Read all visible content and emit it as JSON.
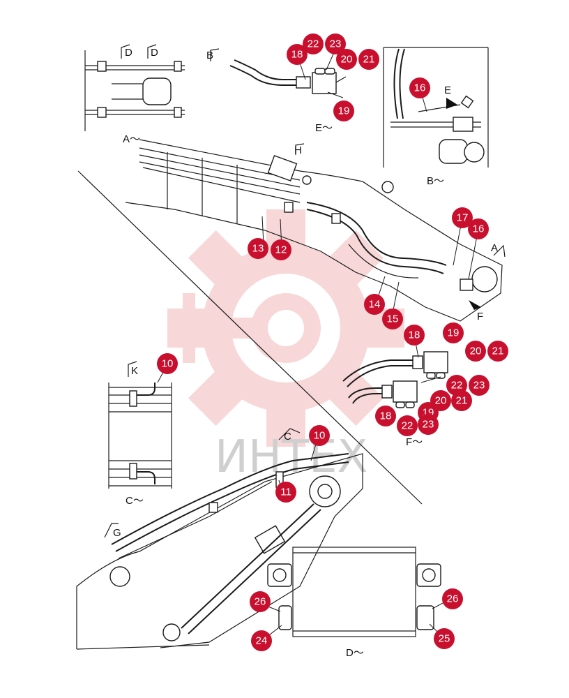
{
  "views": {
    "view_a": "A～",
    "view_b": "B～",
    "view_c": "C～",
    "view_d": "D～",
    "view_e": "E～",
    "view_f": "F～"
  },
  "arrow_labels": {
    "d1": "D",
    "d2": "D",
    "b": "B",
    "h": "H",
    "e": "E",
    "a": "A",
    "f": "F",
    "k": "K",
    "c": "C",
    "g": "G"
  },
  "watermark": {
    "text": "ИНТЕХ",
    "color": "#f2b8b8"
  },
  "callout_color": "#c8102e",
  "callouts": [
    {
      "id": "c-e-18",
      "label": "18"
    },
    {
      "id": "c-e-22",
      "label": "22"
    },
    {
      "id": "c-e-23",
      "label": "23"
    },
    {
      "id": "c-e-20",
      "label": "20"
    },
    {
      "id": "c-e-21",
      "label": "21"
    },
    {
      "id": "c-e-19",
      "label": "19"
    },
    {
      "id": "c-b-16",
      "label": "16"
    },
    {
      "id": "c-m-13",
      "label": "13"
    },
    {
      "id": "c-m-12",
      "label": "12"
    },
    {
      "id": "c-m-17",
      "label": "17"
    },
    {
      "id": "c-m-16",
      "label": "16"
    },
    {
      "id": "c-m-14",
      "label": "14"
    },
    {
      "id": "c-m-15",
      "label": "15"
    },
    {
      "id": "c-f-18a",
      "label": "18"
    },
    {
      "id": "c-f-19a",
      "label": "19"
    },
    {
      "id": "c-f-20a",
      "label": "20"
    },
    {
      "id": "c-f-21a",
      "label": "21"
    },
    {
      "id": "c-f-22a",
      "label": "22"
    },
    {
      "id": "c-f-23a",
      "label": "23"
    },
    {
      "id": "c-f-20b",
      "label": "20"
    },
    {
      "id": "c-f-21b",
      "label": "21"
    },
    {
      "id": "c-f-19b",
      "label": "19"
    },
    {
      "id": "c-f-18b",
      "label": "18"
    },
    {
      "id": "c-f-22b",
      "label": "22"
    },
    {
      "id": "c-f-23b",
      "label": "23"
    },
    {
      "id": "c-c-10",
      "label": "10"
    },
    {
      "id": "c-l-10",
      "label": "10"
    },
    {
      "id": "c-l-11",
      "label": "11"
    },
    {
      "id": "c-d-26a",
      "label": "26"
    },
    {
      "id": "c-d-24",
      "label": "24"
    },
    {
      "id": "c-d-26b",
      "label": "26"
    },
    {
      "id": "c-d-25",
      "label": "25"
    }
  ]
}
